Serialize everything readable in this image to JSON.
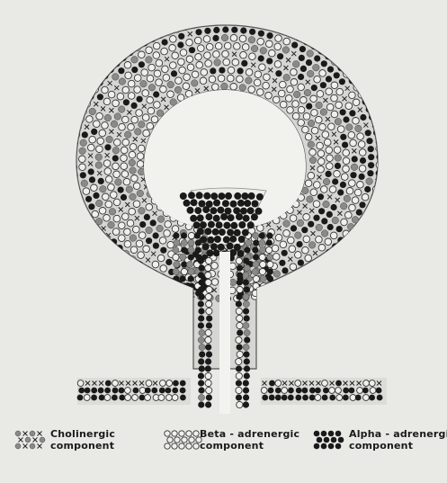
{
  "figure": {
    "background": "#e9e9e6",
    "ink": "#1a1a1a"
  },
  "regions": [
    {
      "id": "bladder-body",
      "component": "beta"
    },
    {
      "id": "bladder-outer-rim",
      "component": "cholinergic"
    },
    {
      "id": "bladder-base-trigone",
      "component": "alpha"
    },
    {
      "id": "urethra",
      "component": "alpha"
    },
    {
      "id": "urethral-sphincter-left",
      "component": "alpha"
    },
    {
      "id": "urethral-sphincter-right",
      "component": "alpha"
    }
  ],
  "legend": [
    {
      "key": "cholinergic",
      "line1": "Cholinergic",
      "line2": "component",
      "icon": "cross-hatch-swatch"
    },
    {
      "key": "beta",
      "line1": "Beta - adrenergic",
      "line2": "component",
      "icon": "open-circle-swatch"
    },
    {
      "key": "alpha",
      "line1": "Alpha - adrenergic",
      "line2": "component",
      "icon": "filled-dot-swatch"
    }
  ]
}
